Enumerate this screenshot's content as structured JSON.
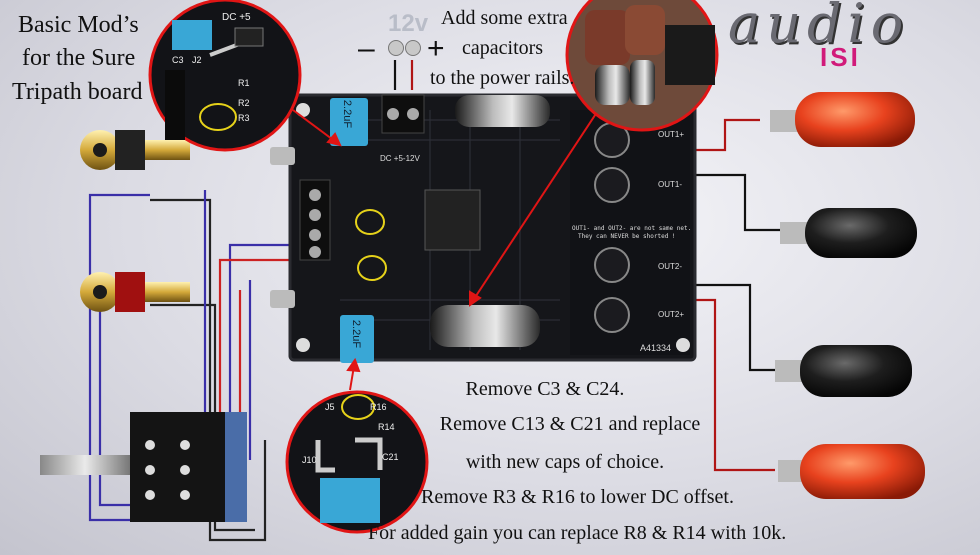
{
  "title": {
    "line1": "Basic Mod’s",
    "line2": "for the Sure",
    "line3": "Tripath board"
  },
  "power_note": {
    "voltage": "12v",
    "minus": "–",
    "plus": "+",
    "line1": "Add some extra",
    "line2": "capacitors",
    "line3": "to the power rails."
  },
  "logo": {
    "main": "audio",
    "sub": "ISI"
  },
  "board_labels": {
    "cap_top": "2.2uF",
    "cap_bottom": "2.2uF",
    "model": "A41334",
    "warning1": "OUT1- and OUT2- are not same net.",
    "warning2": "They can NEVER be shorted !",
    "power_label": "DC +5-12V",
    "out1_plus": "OUT1+",
    "out1_minus": "OUT1-",
    "out2_plus": "OUT2+",
    "out2_minus": "OUT2-"
  },
  "zoom_bottom": {
    "labels": [
      "J5",
      "R16",
      "R14",
      "C21",
      "J10"
    ]
  },
  "zoom_top": {
    "labels": [
      "DC +5",
      "C3",
      "J2",
      "R1",
      "R2",
      "R3"
    ]
  },
  "instructions": {
    "line1": "Remove C3 & C24.",
    "line2": "Remove C13 & C21 and replace",
    "line3": "with new caps of choice.",
    "line4": "Remove R3 & R16 to lower DC offset.",
    "line5": "For added gain you can replace R8 & R14 with 10k."
  },
  "colors": {
    "board": "#15161a",
    "terminal_red": "#e8421e",
    "terminal_black": "#161616",
    "highlight_ring": "#e01515",
    "cap_blue": "#39a7d6"
  }
}
